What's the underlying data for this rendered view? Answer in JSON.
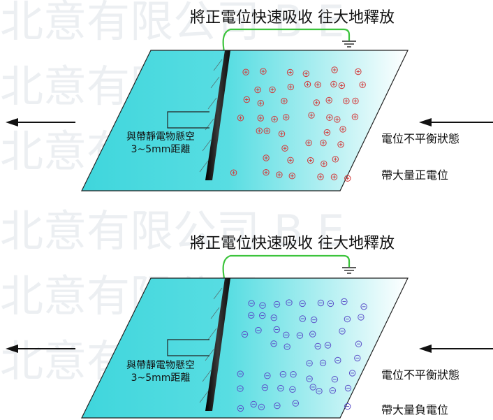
{
  "watermark": {
    "text": "北意有限公司 B E",
    "color": "#e9ecef"
  },
  "colors": {
    "sheet_left": "#3fd6dc",
    "sheet_right": "#ffffff",
    "ground_wire": "#3cc43c",
    "positive_charge": "#d23a3a",
    "negative_charge": "#5a4fc8",
    "brush": "#1b1b1b"
  },
  "panels": [
    {
      "title": "將正電位快速吸收 往大地釋放",
      "gap_label_line1": "與帶靜電物懸空",
      "gap_label_line2": "3~5mm距離",
      "state_label": "電位不平衡狀態",
      "charge_label": "帶大量正電位",
      "charge_sign": "+",
      "ground_icon": "ground-icon",
      "left_arrow_icon": "arrow-left-icon",
      "right_arrow_icon": "arrow-left-icon"
    },
    {
      "title": "將正電位快速吸收 往大地釋放",
      "gap_label_line1": "與帶靜電物懸空",
      "gap_label_line2": "3~5mm距離",
      "state_label": "電位不平衡狀態",
      "charge_label": "帶大量負電位",
      "charge_sign": "−",
      "ground_icon": "ground-icon",
      "left_arrow_icon": "arrow-left-icon",
      "right_arrow_icon": "arrow-left-icon"
    }
  ]
}
